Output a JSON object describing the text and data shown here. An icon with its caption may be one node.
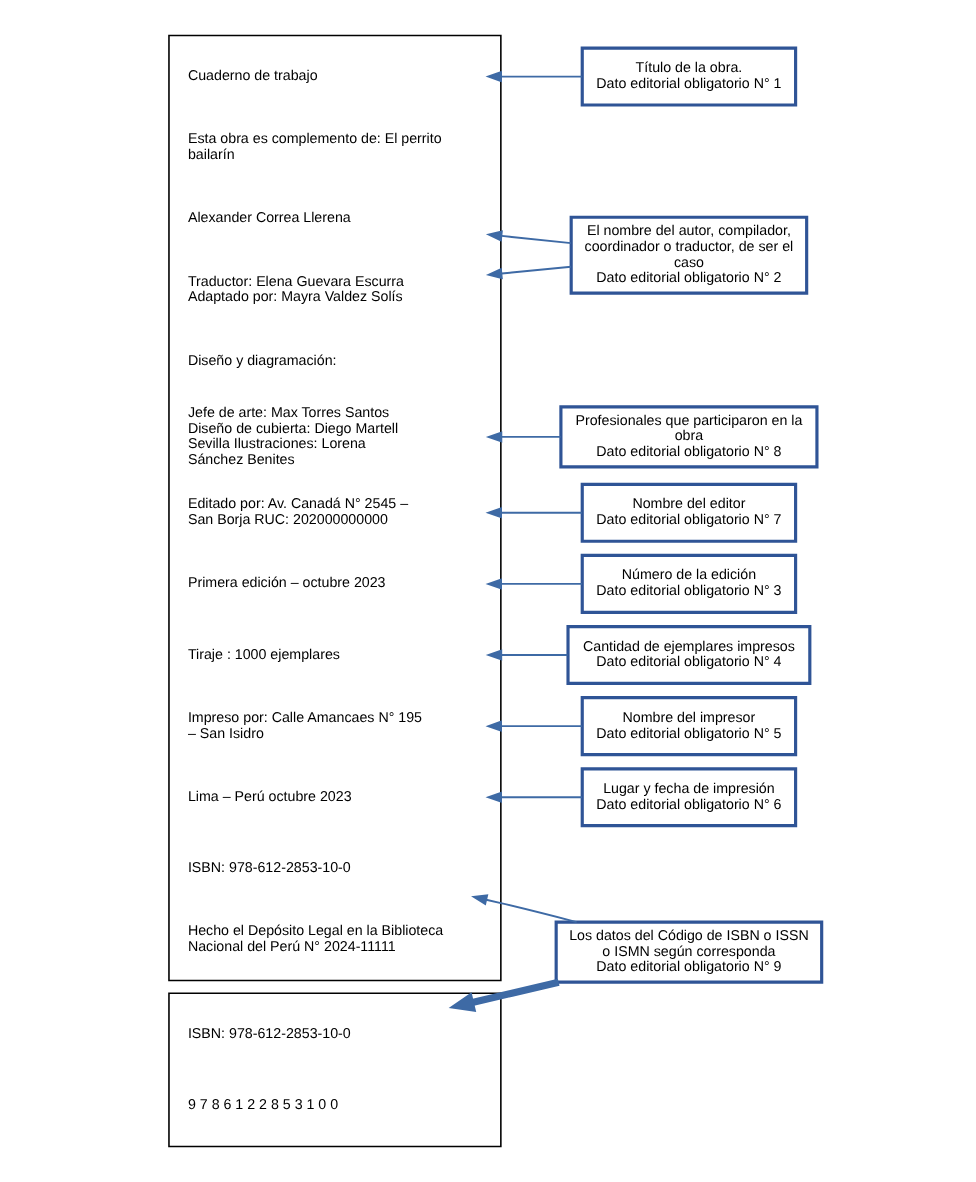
{
  "diagram": {
    "nodes": [
      {
        "text": [],
        "shape": "box"
      },
      {
        "text": [
          "Cuaderno de trabajo"
        ],
        "in": 0
      },
      {
        "text": [
          "Alexander Correa Llerena"
        ],
        "in": 0
      },
      {
        "text": [
          "Traductor: Elena Guevara Escurra Adaptado por: Mayra Valdez Solís"
        ],
        "in": 0
      },
      {
        "text": [
          "Jefe de arte: Max Torres Santos Diseño de cubierta: Diego Martell Sevilla Ilustraciones: Lorena Sánchez Benites"
        ],
        "in": 0
      },
      {
        "text": [
          "Editado por: Av. Canadá N° 2545 – San Borja RUC: 202000000000"
        ],
        "in": 0
      },
      {
        "text": [
          "Primera edición – octubre 2023"
        ],
        "in": 0
      },
      {
        "text": [
          "Tiraje : 1000 ejemplares"
        ],
        "in": 0
      },
      {
        "text": [
          "Impreso por: Calle Amancaes N° 195 – San Isidro"
        ],
        "in": 0
      },
      {
        "text": [
          "Lima – Perú octubre 2023"
        ],
        "in": 0
      },
      {
        "text": [
          "ISBN: 978-612-2853-10-0"
        ],
        "in": 0
      },
      {
        "text": [],
        "shape": "box"
      },
      {
        "text": [
          "ISBN: 978-612-2853-10-0"
        ],
        "in": 11
      },
      {
        "text": [
          "Título de la obra.",
          "Dato editorial obligatorio N° 1"
        ]
      },
      {
        "text": [
          "El nombre del autor, compilador, coordinador o traductor, de ser el caso",
          "Dato editorial obligatorio N° 2"
        ]
      },
      {
        "text": [
          "Profesionales que participaron en la obra",
          "Dato editorial obligatorio N° 8"
        ]
      },
      {
        "text": [
          "Nombre del editor",
          "Dato editorial obligatorio N° 7"
        ]
      },
      {
        "text": [
          "Número de la edición",
          "Dato editorial obligatorio N° 3"
        ]
      },
      {
        "text": [
          "Cantidad de ejemplares impresos",
          "Dato editorial obligatorio N° 4"
        ]
      },
      {
        "text": [
          "Nombre del impresor",
          "Dato editorial obligatorio N° 5"
        ]
      },
      {
        "text": [
          "Lugar y fecha de impresión",
          "Dato editorial obligatorio N° 6"
        ]
      },
      {
        "text": [
          "Los datos del Código de ISBN o ISSN o ISMN según corresponda",
          "Dato editorial obligatorio N° 9"
        ]
      }
    ],
    "edges": [
      {
        "from": 13,
        "to": 1,
        "arrow": "to"
      },
      {
        "from": 14,
        "to": 2,
        "arrow": "to"
      },
      {
        "from": 14,
        "to": 3,
        "arrow": "to"
      },
      {
        "from": 15,
        "to": 4,
        "arrow": "to"
      },
      {
        "from": 16,
        "to": 5,
        "arrow": "to"
      },
      {
        "from": 17,
        "to": 6,
        "arrow": "to"
      },
      {
        "from": 18,
        "to": 7,
        "arrow": "to"
      },
      {
        "from": 19,
        "to": 8,
        "arrow": "to"
      },
      {
        "from": 20,
        "to": 9,
        "arrow": "to"
      },
      {
        "from": 21,
        "to": 10,
        "arrow": "to"
      },
      {
        "from": 21,
        "to": 11,
        "arrow": "to",
        "style": "thick"
      }
    ],
    "labels": [
      "Esta obra es complemento de: El perrito bailarín",
      "Diseño y diagramación:",
      "Hecho el Depósito Legal en la Biblioteca Nacional del Perú N° 2024-11111",
      "9 7 8 6 1 2 2 8 5 3 1 0 0"
    ]
  }
}
